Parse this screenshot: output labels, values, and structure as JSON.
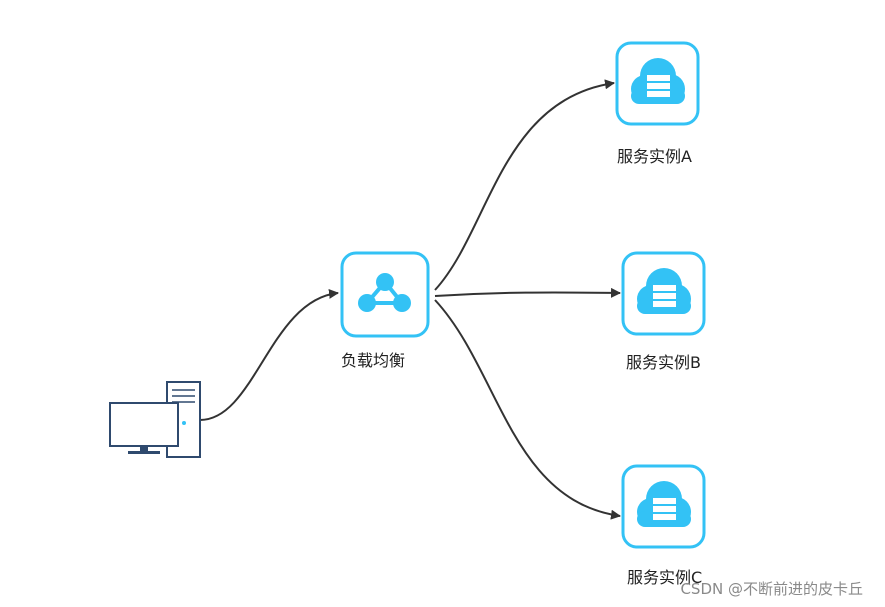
{
  "nodes": {
    "client": {
      "icon": "desktop-computer-icon"
    },
    "load_balancer": {
      "label": "负载均衡",
      "icon": "network-hub-icon"
    },
    "service_a": {
      "label": "服务实例A",
      "icon": "cloud-server-icon"
    },
    "service_b": {
      "label": "服务实例B",
      "icon": "cloud-server-icon"
    },
    "service_c": {
      "label": "服务实例C",
      "icon": "cloud-server-icon"
    }
  },
  "edges": [
    {
      "from": "client",
      "to": "load_balancer"
    },
    {
      "from": "load_balancer",
      "to": "service_a"
    },
    {
      "from": "load_balancer",
      "to": "service_b"
    },
    {
      "from": "load_balancer",
      "to": "service_c"
    }
  ],
  "colors": {
    "icon_border": "#33c2f5",
    "icon_fill": "#33c2f5",
    "arrow": "#333333",
    "monitor": "#2f4a6e"
  },
  "watermark": "CSDN @不断前进的皮卡丘"
}
